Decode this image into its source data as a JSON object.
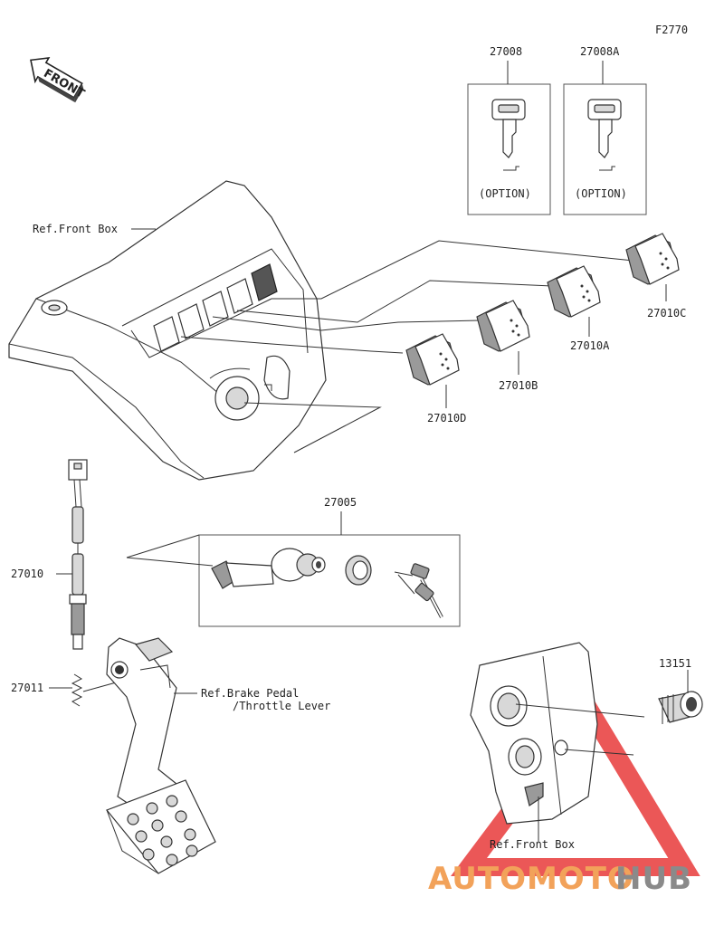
{
  "diagram_code": "F2770",
  "front_indicator": "FRONT",
  "labels": {
    "key_a": "27008",
    "key_b": "27008A",
    "option_a": "(OPTION)",
    "option_b": "(OPTION)",
    "ref_front_box_top": "Ref.Front Box",
    "switch_c": "27010C",
    "switch_a": "27010A",
    "switch_b": "27010B",
    "switch_d": "27010D",
    "ignition_set": "27005",
    "sensor": "27010",
    "spring": "27011",
    "ref_brake_pedal_1": "Ref.Brake Pedal",
    "ref_brake_pedal_2": "/Throttle Lever",
    "socket": "13151",
    "ref_front_box_bottom": "Ref.Front Box"
  },
  "watermark": {
    "part1": "AUTOMOTO",
    "part2": "HUB",
    "color1": "#f2a25a",
    "color2": "#8a8a8a",
    "triangle_color": "#e83a3a"
  }
}
